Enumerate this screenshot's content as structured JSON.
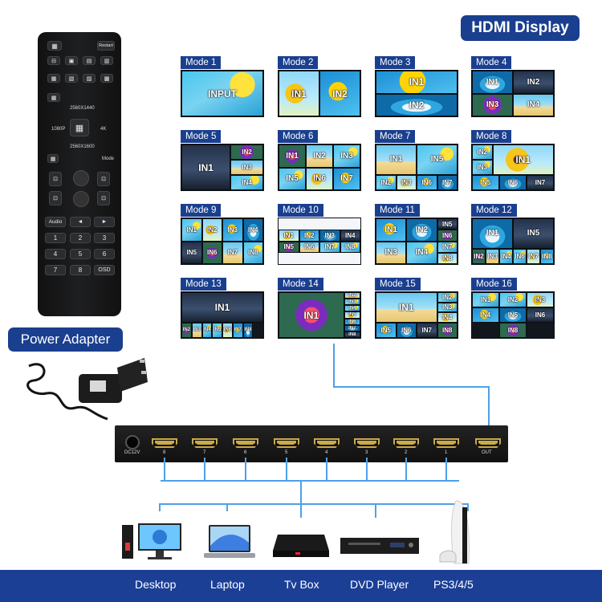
{
  "header": {
    "title": "HDMI Display"
  },
  "power": {
    "label": "Power Adapter"
  },
  "remote": {
    "top_left_icon": "grid-icon",
    "top_right": "Restart",
    "res_top": "2560X1440",
    "res_left": "1080P",
    "res_right": "4K",
    "res_bottom": "2560X1600",
    "mode": "Mode",
    "audio": "Audio",
    "left_arrow": "◄",
    "right_arrow": "►",
    "numbers": [
      "1",
      "2",
      "3",
      "4",
      "5",
      "6",
      "7",
      "8",
      "OSD"
    ]
  },
  "modes": [
    {
      "label": "Mode 1",
      "cells": [
        {
          "t": "INPUT"
        }
      ]
    },
    {
      "label": "Mode 2",
      "cells": [
        {
          "t": "IN1"
        },
        {
          "t": "IN2"
        }
      ]
    },
    {
      "label": "Mode 3",
      "cells": [
        {
          "t": "IN1"
        },
        {
          "t": "IN2"
        }
      ]
    },
    {
      "label": "Mode 4",
      "cells": [
        {
          "t": "IN1"
        },
        {
          "t": "IN2"
        },
        {
          "t": "IN3"
        },
        {
          "t": "IN4"
        }
      ]
    },
    {
      "label": "Mode 5",
      "cells": [
        {
          "t": "IN1"
        },
        {
          "t": "IN2"
        },
        {
          "t": "IN3"
        },
        {
          "t": "IN4"
        }
      ]
    },
    {
      "label": "Mode 6",
      "cells": [
        {
          "t": "IN1"
        },
        {
          "t": "IN2"
        },
        {
          "t": "IN3"
        },
        {
          "t": "IN5"
        },
        {
          "t": "IN6"
        },
        {
          "t": "IN7"
        }
      ]
    },
    {
      "label": "Mode 7",
      "cells": [
        {
          "t": "IN1"
        },
        {
          "t": "IN5"
        },
        {
          "t": "IN2"
        },
        {
          "t": "IN3"
        },
        {
          "t": "IN6"
        },
        {
          "t": "IN7"
        }
      ]
    },
    {
      "label": "Mode 8",
      "cells": [
        {
          "t": "IN2"
        },
        {
          "t": "IN3"
        },
        {
          "t": "IN1"
        },
        {
          "t": "IN5"
        },
        {
          "t": "IN6"
        },
        {
          "t": "IN7"
        }
      ]
    },
    {
      "label": "Mode 9",
      "cells": [
        {
          "t": "IN1"
        },
        {
          "t": "IN2"
        },
        {
          "t": "IN3"
        },
        {
          "t": "IN4"
        },
        {
          "t": "IN5"
        },
        {
          "t": "IN6"
        },
        {
          "t": "IN7"
        },
        {
          "t": "IN8"
        }
      ]
    },
    {
      "label": "Mode 10",
      "cells": [
        {
          "t": "IN1"
        },
        {
          "t": "IN2"
        },
        {
          "t": "IN3"
        },
        {
          "t": "IN4"
        },
        {
          "t": "IN5"
        },
        {
          "t": "IN6"
        },
        {
          "t": "IN7"
        },
        {
          "t": "IN8"
        }
      ]
    },
    {
      "label": "Mode 11",
      "cells": [
        {
          "t": "IN1"
        },
        {
          "t": "IN2"
        },
        {
          "t": "IN5"
        },
        {
          "t": "IN6"
        },
        {
          "t": "IN3"
        },
        {
          "t": "IN4"
        },
        {
          "t": "IN7"
        },
        {
          "t": "IN8"
        }
      ]
    },
    {
      "label": "Mode 12",
      "cells": [
        {
          "t": "IN1"
        },
        {
          "t": "IN5"
        },
        {
          "t": "IN2"
        },
        {
          "t": "IN3"
        },
        {
          "t": "IN4"
        },
        {
          "t": "IN6"
        },
        {
          "t": "IN7"
        },
        {
          "t": "IN8"
        }
      ]
    },
    {
      "label": "Mode 13",
      "cells": [
        {
          "t": "IN1"
        },
        {
          "t": "IN2"
        },
        {
          "t": "IN3"
        },
        {
          "t": "IN4"
        },
        {
          "t": "IN5"
        },
        {
          "t": "IN6"
        },
        {
          "t": "IN7"
        },
        {
          "t": "IN8"
        }
      ]
    },
    {
      "label": "Mode 14",
      "cells": [
        {
          "t": "IN1"
        },
        {
          "t": "IN2"
        },
        {
          "t": "IN3"
        },
        {
          "t": "IN4"
        },
        {
          "t": "IN5"
        },
        {
          "t": "IN6"
        },
        {
          "t": "IN7"
        },
        {
          "t": "IN8"
        }
      ]
    },
    {
      "label": "Mode 15",
      "cells": [
        {
          "t": "IN1"
        },
        {
          "t": "IN2"
        },
        {
          "t": "IN3"
        },
        {
          "t": "IN4"
        },
        {
          "t": "IN5"
        },
        {
          "t": "IN6"
        },
        {
          "t": "IN7"
        },
        {
          "t": "IN8"
        }
      ]
    },
    {
      "label": "Mode 16",
      "cells": [
        {
          "t": "IN1"
        },
        {
          "t": "IN2"
        },
        {
          "t": "IN3"
        },
        {
          "t": "IN4"
        },
        {
          "t": "IN5"
        },
        {
          "t": "IN6"
        },
        {
          "t": "IN8"
        }
      ]
    }
  ],
  "switcher": {
    "dc_label": "DC12V",
    "port_numbers": [
      "8",
      "7",
      "6",
      "5",
      "4",
      "3",
      "2",
      "1"
    ],
    "out_label": "OUT"
  },
  "devices": [
    "Desktop",
    "Laptop",
    "Tv Box",
    "DVD Player",
    "PS3/4/5"
  ],
  "colors": {
    "navy": "#1a3f8f",
    "wire": "#4ea0e8",
    "band": "#1c3f96"
  }
}
